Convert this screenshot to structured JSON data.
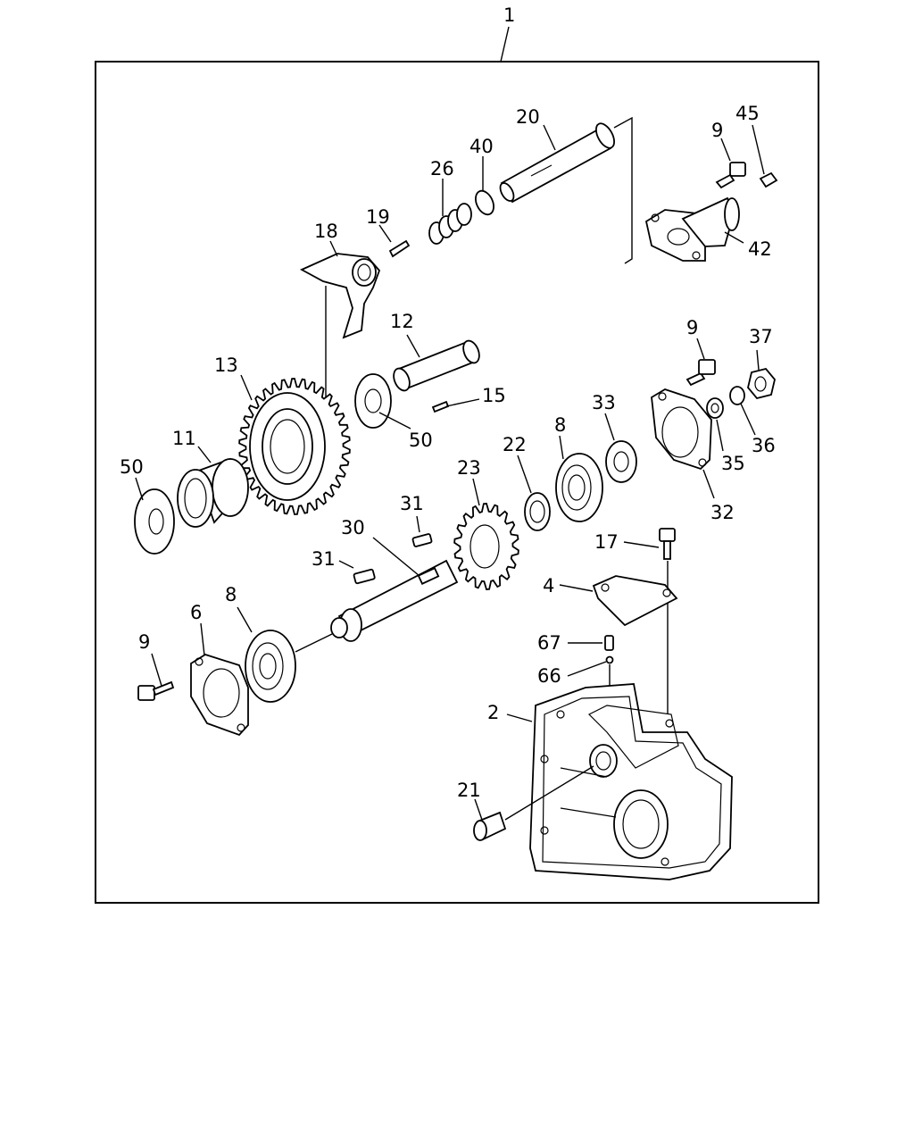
{
  "callouts": {
    "c1": "1",
    "c2": "2",
    "c4": "4",
    "c6": "6",
    "c8a": "8",
    "c8b": "8",
    "c9a": "9",
    "c9b": "9",
    "c9c": "9",
    "c11": "11",
    "c12": "12",
    "c13": "13",
    "c15": "15",
    "c17": "17",
    "c18": "18",
    "c19": "19",
    "c20": "20",
    "c21": "21",
    "c22": "22",
    "c23": "23",
    "c26": "26",
    "c30": "30",
    "c31a": "31",
    "c31b": "31",
    "c32": "32",
    "c33": "33",
    "c35": "35",
    "c36": "36",
    "c37": "37",
    "c40": "40",
    "c42": "42",
    "c45": "45",
    "c50a": "50",
    "c50b": "50",
    "c66": "66",
    "c67": "67"
  }
}
